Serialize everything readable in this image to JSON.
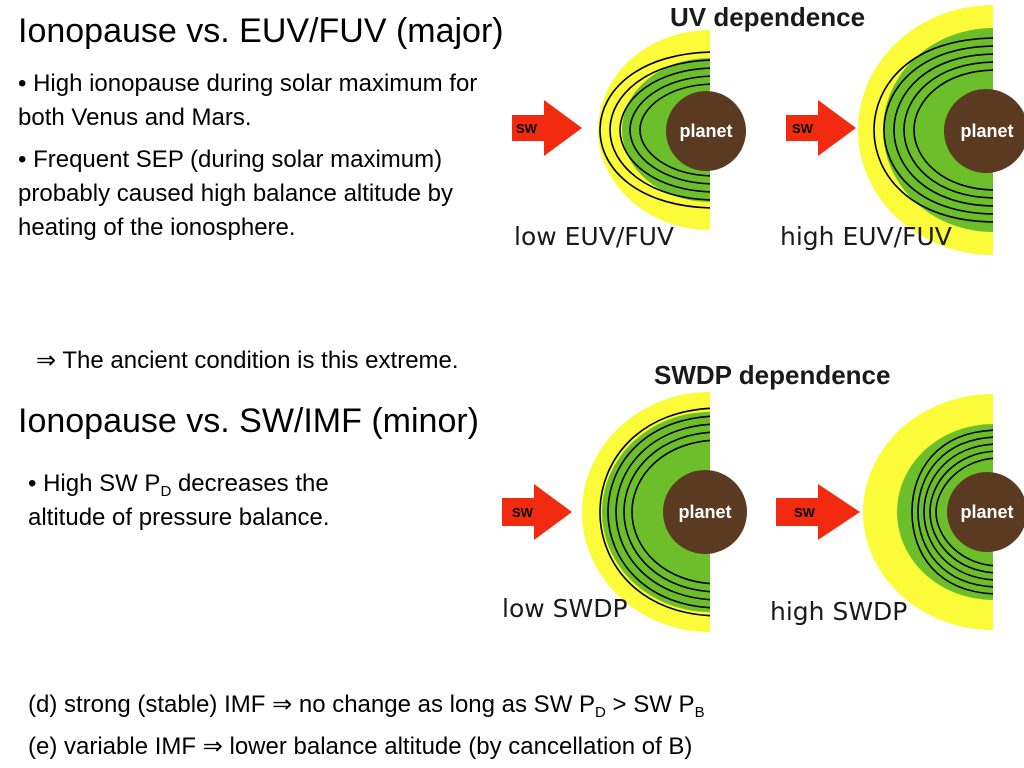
{
  "section1": {
    "title": "Ionopause vs. EUV/FUV (major)",
    "bullet1": "• High ionopause during solar maximum for both Venus and Mars.",
    "bullet2": "• Frequent SEP (during solar maximum) probably caused high balance altitude by heating of the ionosphere.",
    "conclusion_arrow": "⇒",
    "conclusion": "The ancient condition is this extreme."
  },
  "section2": {
    "title": "Ionopause vs. SW/IMF (minor)",
    "bullet_prefix": "• High SW P",
    "bullet_sub": "D",
    "bullet_suffix": " decreases the altitude of pressure balance."
  },
  "footer": {
    "line_d_prefix": "(d) strong (stable) IMF ",
    "line_d_arrow": "⇒",
    "line_d_mid": " no change as long as SW P",
    "line_d_sub1": "D",
    "line_d_gt": " > SW P",
    "line_d_sub2": "B",
    "line_e_prefix": "(e) variable IMF ",
    "line_e_arrow": "⇒",
    "line_e_suffix": " lower balance altitude (by cancellation of B)"
  },
  "uv_diagram": {
    "heading": "UV dependence",
    "left": {
      "sw_label": "SW",
      "planet_label": "planet",
      "caption": "low EUV/FUV"
    },
    "right": {
      "sw_label": "SW",
      "planet_label": "planet",
      "caption": "high EUV/FUV"
    }
  },
  "swdp_diagram": {
    "heading": "SWDP dependence",
    "left": {
      "sw_label": "SW",
      "planet_label": "planet",
      "caption": "low SWDP"
    },
    "right": {
      "sw_label": "SW",
      "planet_label": "planet",
      "caption": "high SWDP"
    }
  },
  "colors": {
    "sheath_yellow": "#fbfb3a",
    "ionosphere_green": "#6cbf2a",
    "planet_brown": "#5a3a20",
    "sw_arrow_red": "#f22b10",
    "field_line": "#000000"
  }
}
